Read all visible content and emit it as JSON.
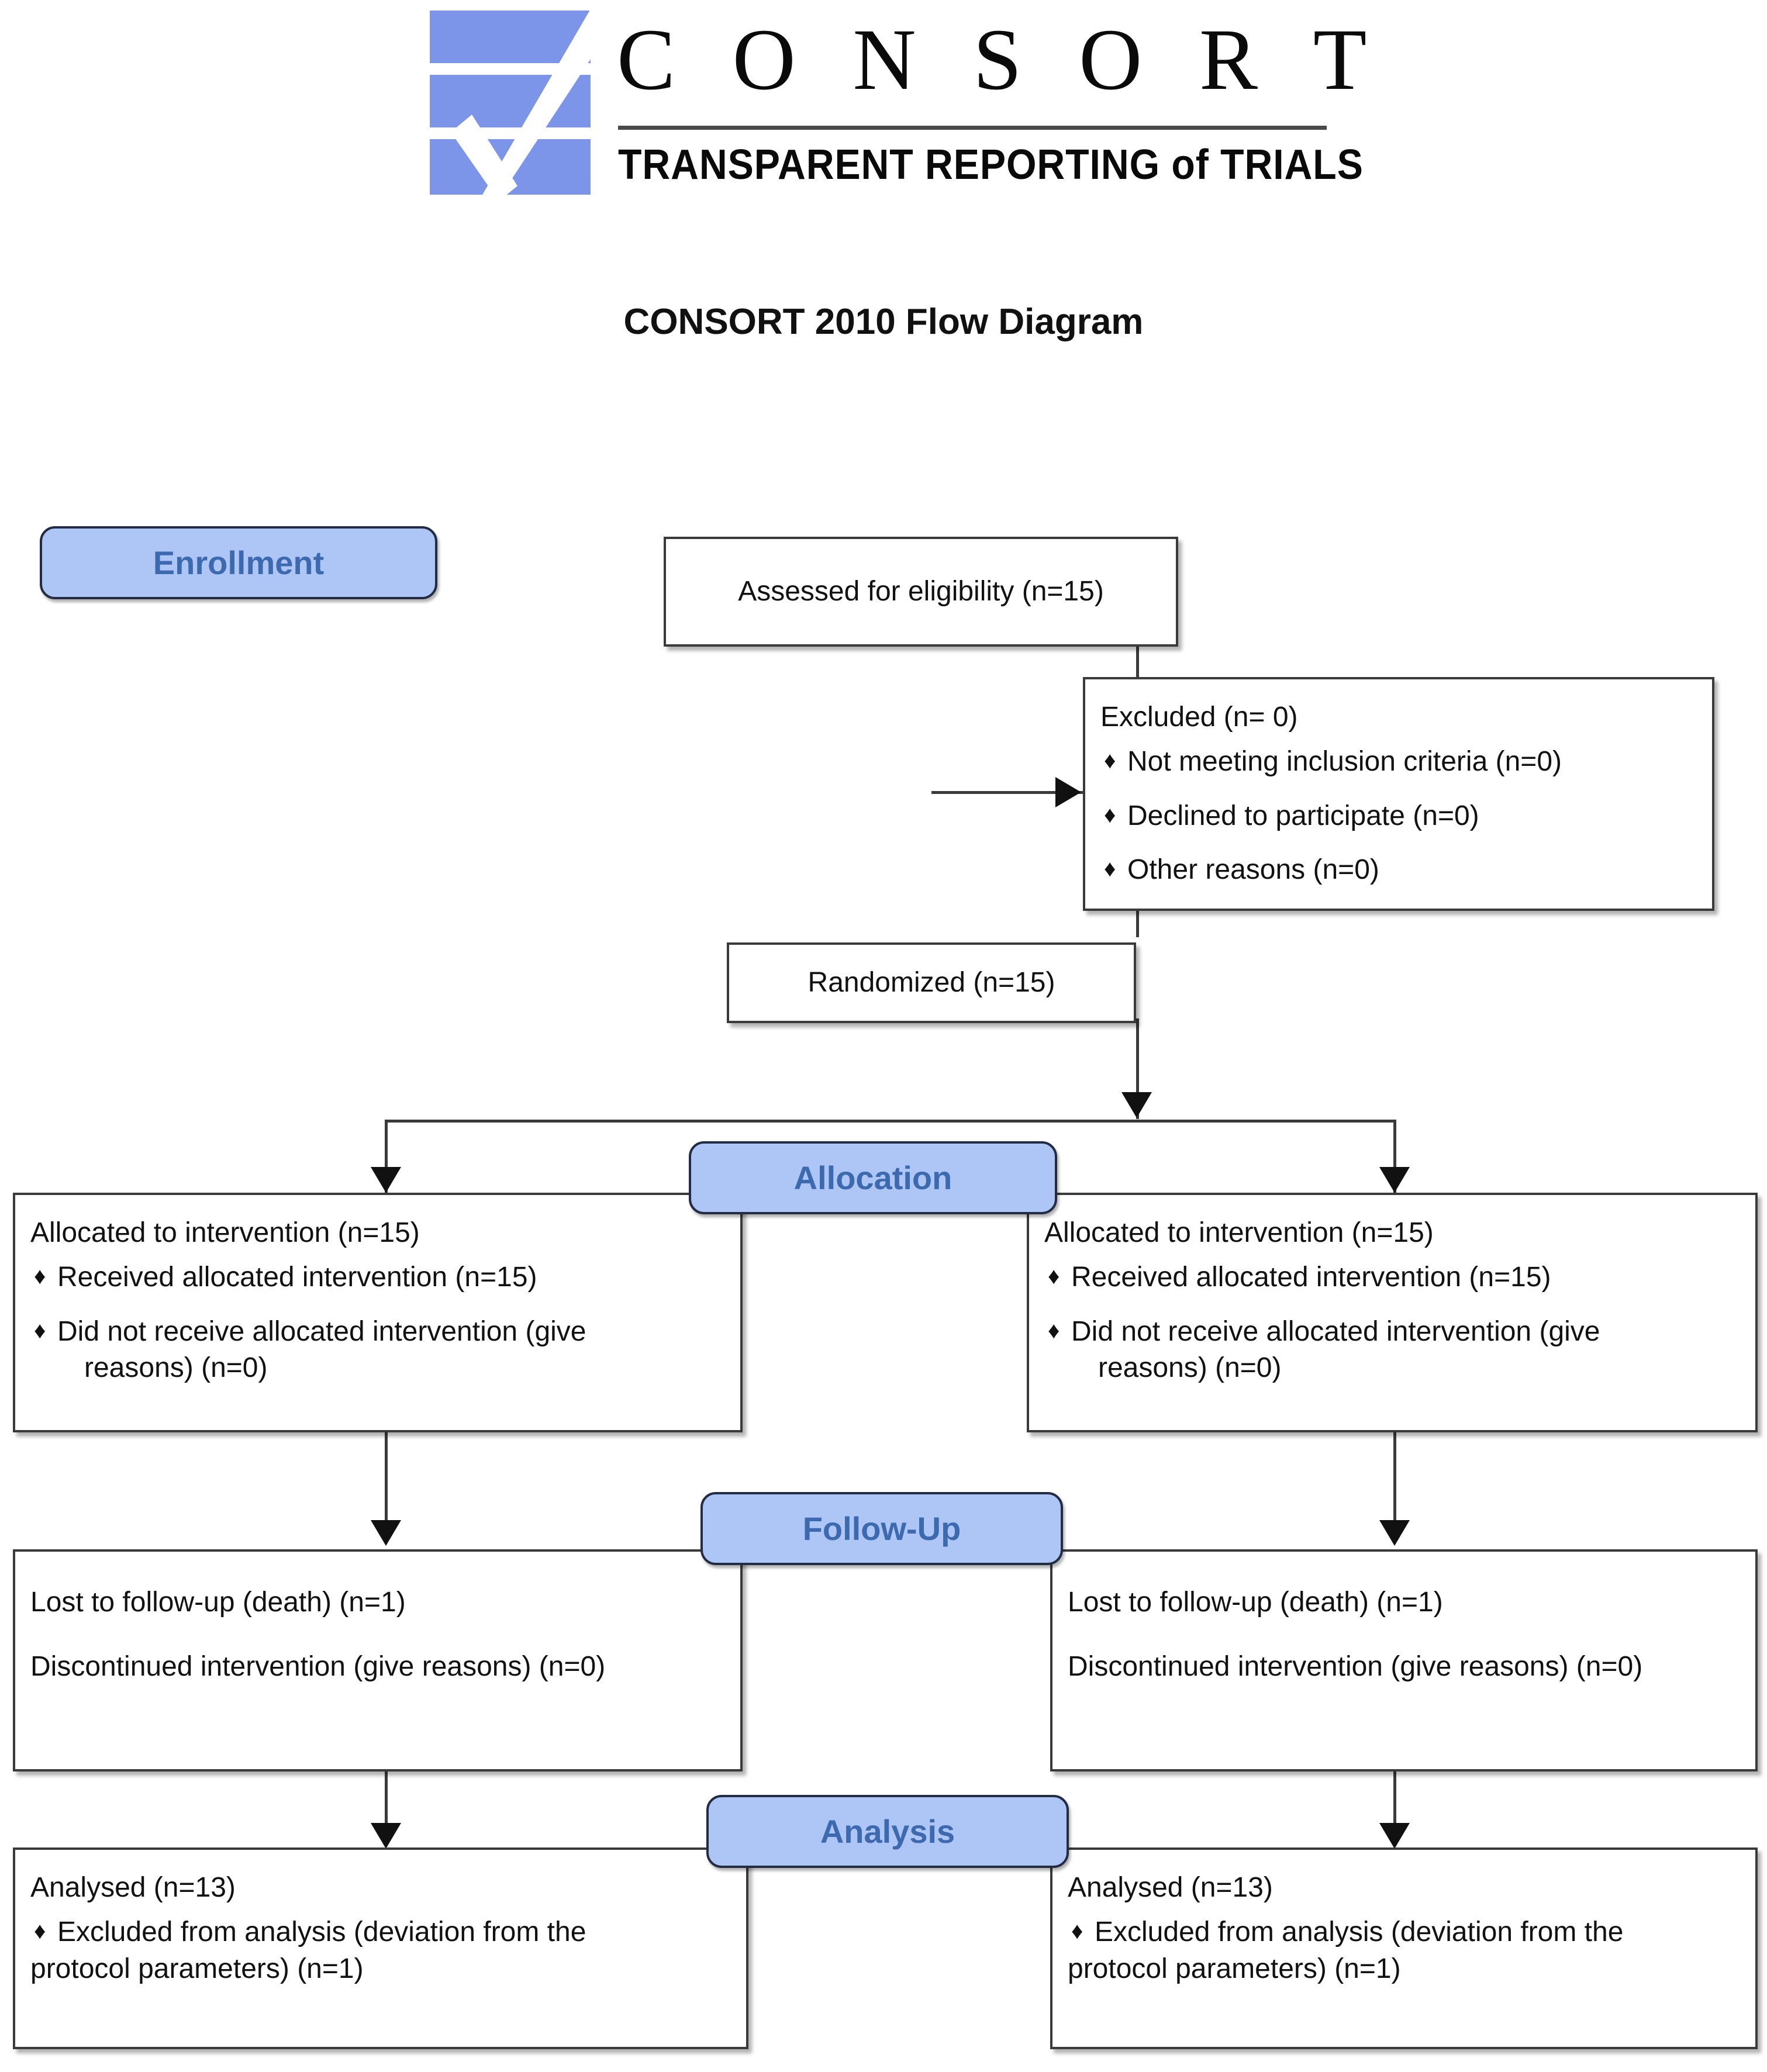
{
  "logo": {
    "wordmark": "C O N S O R T",
    "tagline": "TRANSPARENT REPORTING of TRIALS",
    "bar_color": "#7D95E8"
  },
  "title": "CONSORT 2010 Flow Diagram",
  "stages": {
    "enrollment": "Enrollment",
    "allocation": "Allocation",
    "followup": "Follow-Up",
    "analysis": "Analysis"
  },
  "colors": {
    "stage_fill": "#AEC6F5",
    "stage_text": "#3D69AE",
    "stage_border": "#232c42",
    "box_border": "#3a3a3a",
    "connector": "#3a3a3a"
  },
  "bullet_glyph": "♦",
  "boxes": {
    "assessed": {
      "text": "Assessed for eligibility (n=15)"
    },
    "excluded": {
      "lead": "Excluded  (n= 0)",
      "items": [
        "Not meeting inclusion criteria (n=0)",
        "Declined to participate (n=0)",
        "Other reasons (n=0)"
      ]
    },
    "randomized": {
      "text": "Randomized (n=15)"
    },
    "allocation_left": {
      "lead": "Allocated to intervention (n=15)",
      "items": [
        "Received allocated intervention (n=15)",
        "Did not receive allocated intervention (give"
      ],
      "continuation": "reasons) (n=0)"
    },
    "allocation_right": {
      "lead": "Allocated to intervention (n=15)",
      "items": [
        "Received allocated intervention (n=15)",
        "Did not receive allocated intervention (give"
      ],
      "continuation": "reasons) (n=0)"
    },
    "followup_left": {
      "line1": "Lost to follow-up (death) (n=1)",
      "line2": "Discontinued intervention (give reasons) (n=0)"
    },
    "followup_right": {
      "line1": "Lost to follow-up (death) (n=1)",
      "line2": "Discontinued intervention (give reasons) (n=0)"
    },
    "analysis_left": {
      "lead": "Analysed  (n=13)",
      "item": "Excluded from analysis (deviation from the",
      "continuation": "protocol parameters) (n=1)"
    },
    "analysis_right": {
      "lead": "Analysed  (n=13)",
      "item": "Excluded from analysis (deviation from the",
      "continuation": "protocol parameters) (n=1)"
    }
  }
}
